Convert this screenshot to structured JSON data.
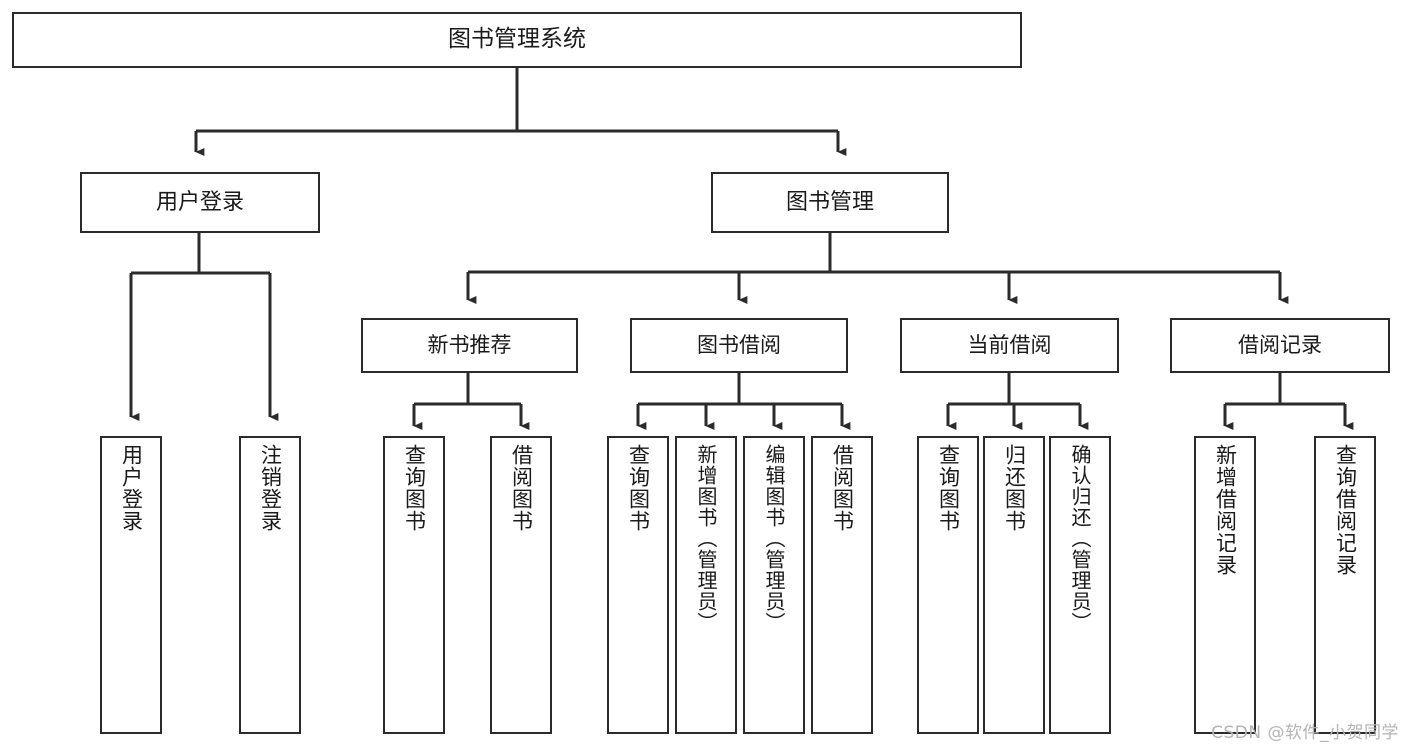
{
  "diagram": {
    "title": "图书管理系统",
    "type": "tree",
    "orientation": "top-down",
    "colors": {
      "node_border": "#2b2b2b",
      "node_fill": "#ffffff",
      "edge": "#2b2b2b",
      "text": "#1a1a1a",
      "watermark": "#b4b4b4",
      "background": "#ffffff"
    },
    "root": {
      "label": "图书管理系统"
    },
    "level1": [
      {
        "label": "用户登录"
      },
      {
        "label": "图书管理"
      }
    ],
    "level2": [
      {
        "label": "新书推荐",
        "parent": "图书管理"
      },
      {
        "label": "图书借阅",
        "parent": "图书管理"
      },
      {
        "label": "当前借阅",
        "parent": "图书管理"
      },
      {
        "label": "借阅记录",
        "parent": "图书管理"
      }
    ],
    "leaves": {
      "用户登录": [
        {
          "label": "用户登录"
        },
        {
          "label": "注销登录"
        }
      ],
      "新书推荐": [
        {
          "label": "查询图书"
        },
        {
          "label": "借阅图书"
        }
      ],
      "图书借阅": [
        {
          "label": "查询图书"
        },
        {
          "label": "新增图书（管理员）"
        },
        {
          "label": "编辑图书（管理员）"
        },
        {
          "label": "借阅图书"
        }
      ],
      "当前借阅": [
        {
          "label": "查询图书"
        },
        {
          "label": "归还图书"
        },
        {
          "label": "确认归还（管理员）"
        }
      ],
      "借阅记录": [
        {
          "label": "新增借阅记录"
        },
        {
          "label": "查询借阅记录"
        }
      ]
    }
  },
  "watermark": {
    "text": "CSDN @软件_小贺同学"
  }
}
